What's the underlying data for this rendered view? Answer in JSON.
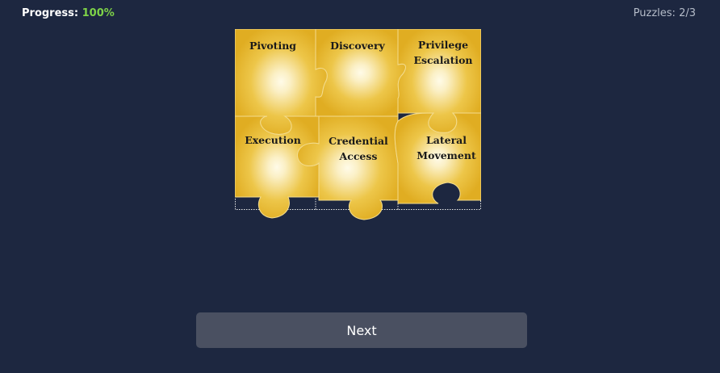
{
  "header": {
    "progress_label": "Progress:",
    "progress_value": "100%",
    "puzzles_counter": "Puzzles: 2/3"
  },
  "puzzle": {
    "pieces": [
      {
        "label_lines": [
          "Pivoting"
        ]
      },
      {
        "label_lines": [
          "Discovery"
        ]
      },
      {
        "label_lines": [
          "Privilege",
          "Escalation"
        ]
      },
      {
        "label_lines": [
          "Execution"
        ]
      },
      {
        "label_lines": [
          "Credential",
          "Access"
        ]
      },
      {
        "label_lines": [
          "Lateral",
          "Movement"
        ]
      }
    ]
  },
  "footer": {
    "next_label": "Next"
  },
  "colors": {
    "background": "#1d2740",
    "piece_gold": "#e0ad22",
    "piece_glow": "#fffbe8",
    "accent_green": "#7ed348",
    "button": "#4a5061"
  }
}
